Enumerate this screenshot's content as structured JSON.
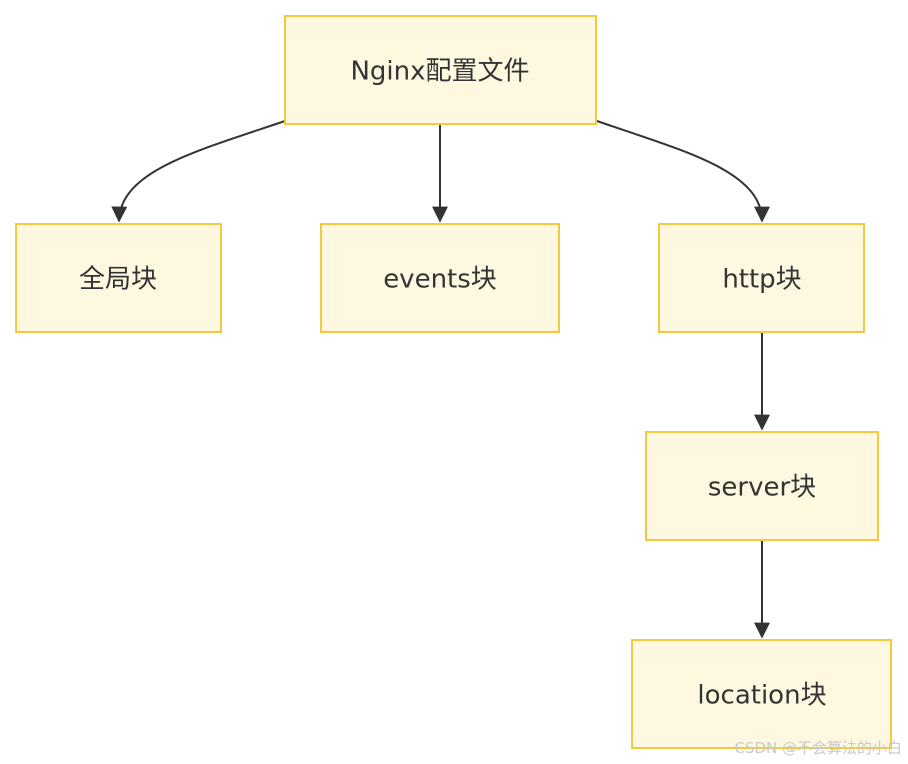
{
  "colors": {
    "node_fill": "#fff8e1",
    "node_border": "#f5c842",
    "edge": "#333333",
    "text": "#333333"
  },
  "nodes": {
    "root": {
      "label": "Nginx配置文件"
    },
    "global": {
      "label": "全局块"
    },
    "events": {
      "label": "events块"
    },
    "http": {
      "label": "http块"
    },
    "server": {
      "label": "server块"
    },
    "location": {
      "label": "location块"
    }
  },
  "edges": [
    {
      "from": "root",
      "to": "global"
    },
    {
      "from": "root",
      "to": "events"
    },
    {
      "from": "root",
      "to": "http"
    },
    {
      "from": "http",
      "to": "server"
    },
    {
      "from": "server",
      "to": "location"
    }
  ],
  "watermark": "CSDN @不会算法的小白"
}
